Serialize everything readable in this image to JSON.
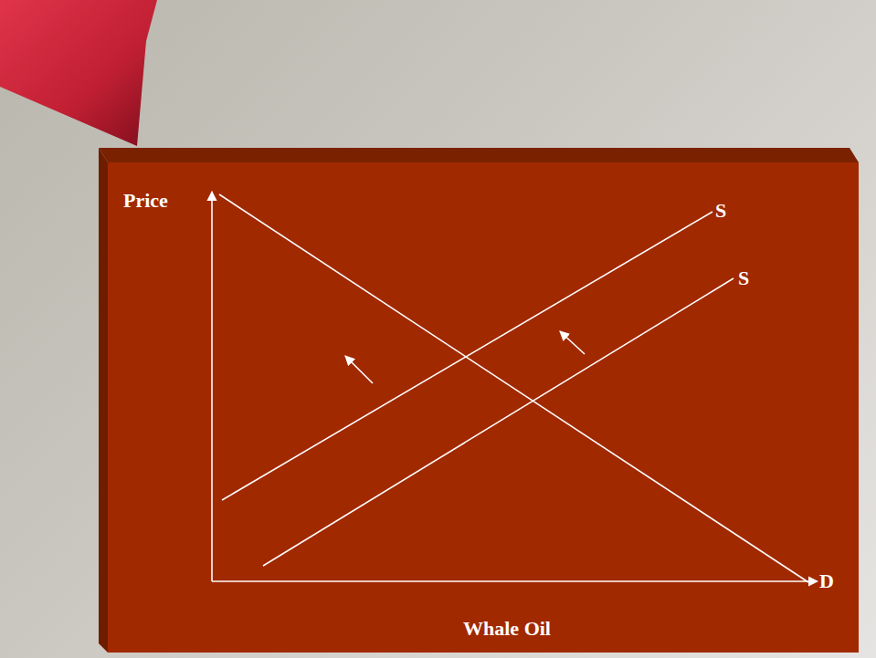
{
  "diagram": {
    "labels": [
      "Price",
      "S",
      "S",
      "D",
      "Whale Oil"
    ]
  }
}
